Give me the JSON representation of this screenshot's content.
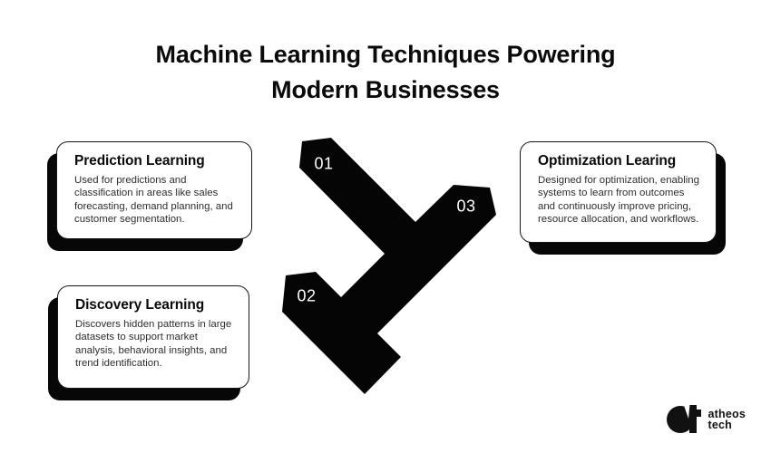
{
  "title": {
    "line1": "Machine Learning Techniques Powering",
    "line2": "Modern Businesses"
  },
  "cards": [
    {
      "number": "01",
      "heading": "Prediction Learning",
      "body": "Used for predictions and classification in areas like sales forecasting, demand planning, and customer segmentation."
    },
    {
      "number": "02",
      "heading": "Discovery Learning",
      "body": "Discovers hidden patterns in large datasets to support market analysis, behavioral insights, and trend identification."
    },
    {
      "number": "03",
      "heading": "Optimization Learing",
      "body": "Designed for optimization, enabling systems to learn from outcomes and continuously improve pricing, resource allocation, and workflows."
    }
  ],
  "logo": {
    "line1": "atheos",
    "line2": "tech"
  },
  "colors": {
    "ink": "#0a0a0a",
    "background": "#ffffff",
    "arrow_fill": "#050505",
    "number_text": "#ffffff"
  }
}
